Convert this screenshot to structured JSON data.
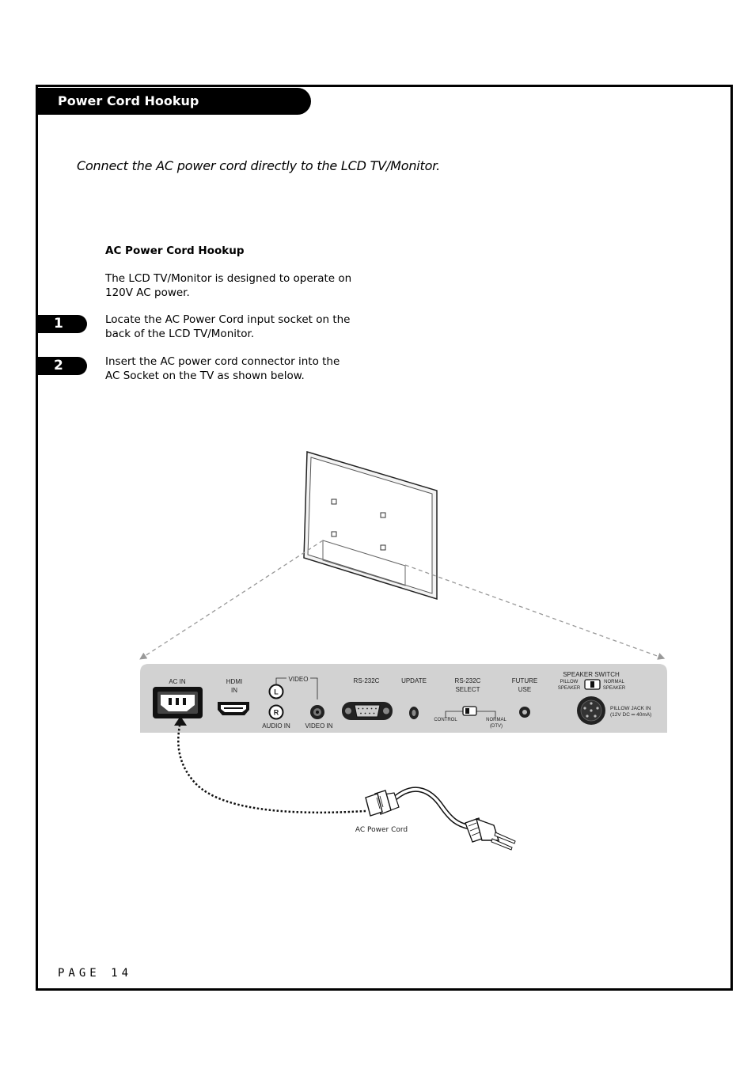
{
  "section": {
    "title": "Power Cord Hookup"
  },
  "intro": "Connect the AC power cord directly to the LCD TV/Monitor.",
  "subheading": "AC Power Cord Hookup",
  "description_line1": "The LCD TV/Monitor is designed to operate on",
  "description_line2": "120V AC power.",
  "steps": [
    {
      "number": "1",
      "line1": "Locate the AC Power Cord input socket on the",
      "line2": "back of the LCD TV/Monitor."
    },
    {
      "number": "2",
      "line1": "Insert the AC power cord connector into the",
      "line2": "AC Socket on the TV as shown below."
    }
  ],
  "panel": {
    "ac_in": "AC IN",
    "hdmi_l1": "HDMI",
    "hdmi_l2": "IN",
    "video": "VIDEO",
    "l": "L",
    "r": "R",
    "audio_in": "AUDIO IN",
    "video_in": "VIDEO IN",
    "rs232c": "RS-232C",
    "update": "UPDATE",
    "rs_select_l1": "RS-232C",
    "rs_select_l2": "SELECT",
    "control": "CONTROL",
    "normal": "NORMAL",
    "dtv": "(DTV)",
    "future_l1": "FUTURE",
    "future_l2": "USE",
    "speaker_switch": "SPEAKER SWITCH",
    "pillow": "PILLOW",
    "speaker": "SPEAKER",
    "normal_sp": "NORMAL",
    "speaker2": "SPEAKER",
    "pillow_jack": "PILLOW JACK IN",
    "pillow_jack_spec": "(12V DC ═ 40mA)"
  },
  "cord_label": "AC Power Cord",
  "page": "PAGE 14"
}
